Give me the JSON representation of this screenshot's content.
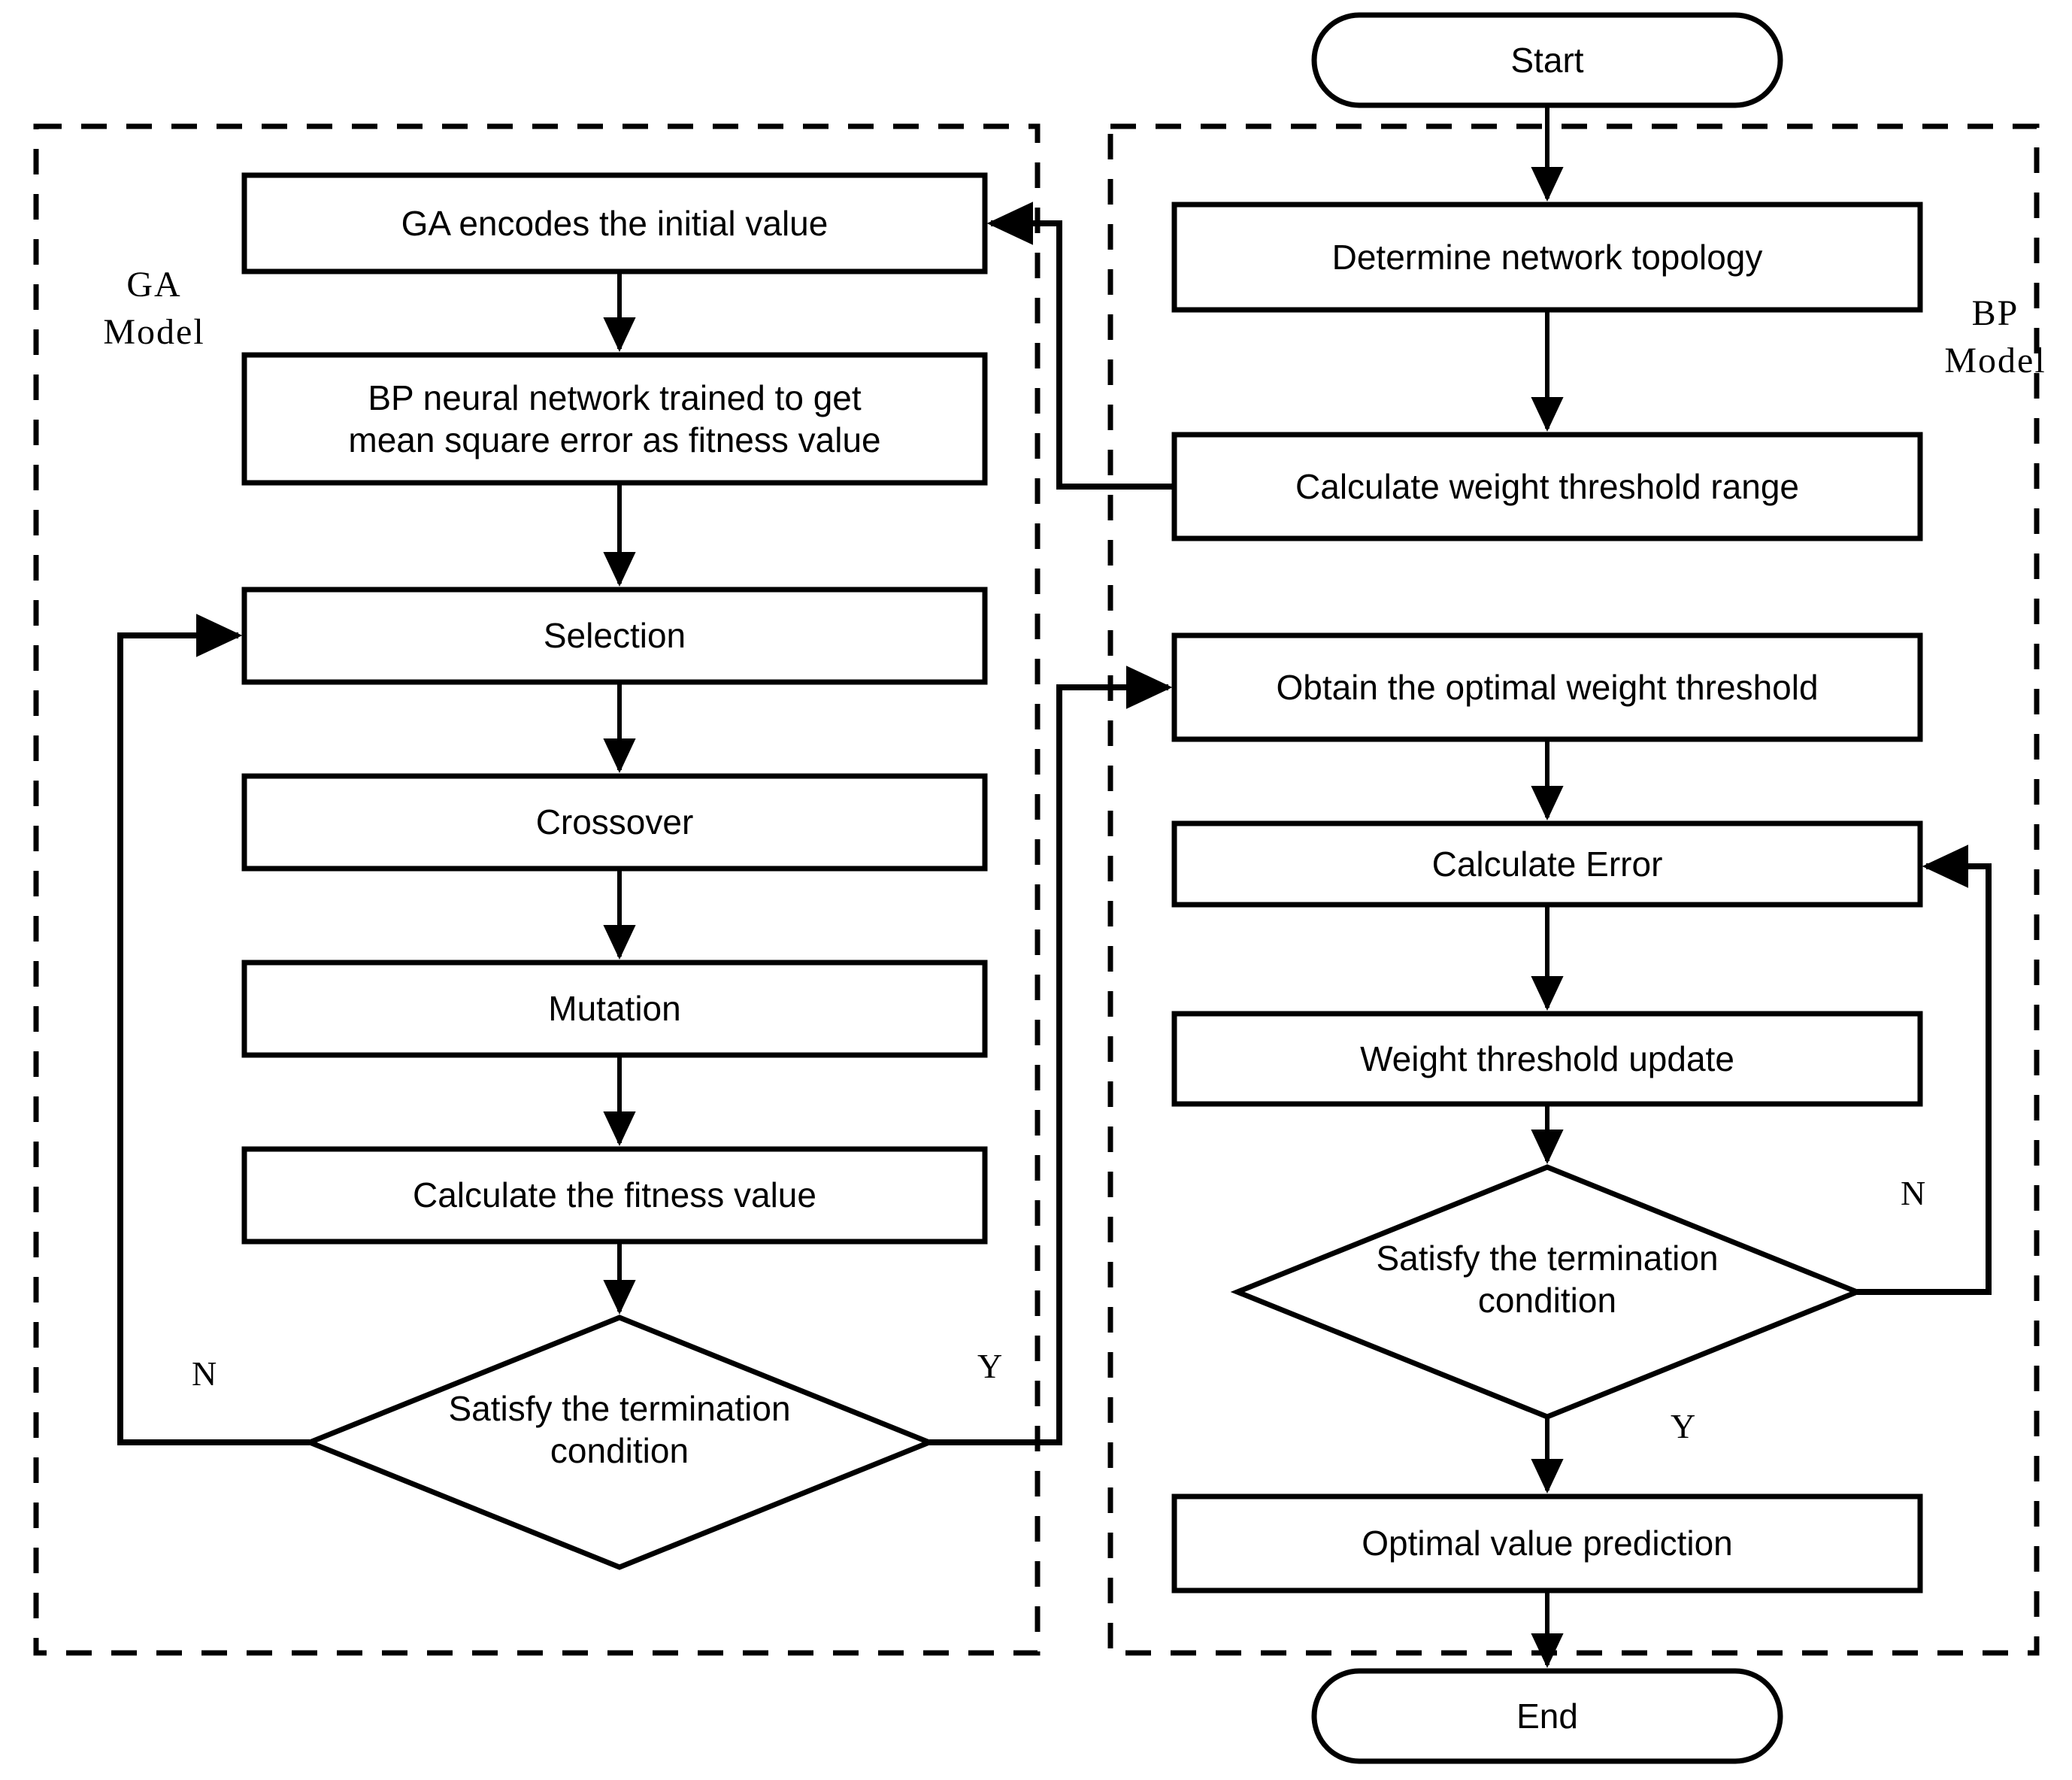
{
  "diagram": {
    "title": "GA-BP neural network hybrid model flowchart",
    "stroke_color": "#000000",
    "background_color": "#ffffff"
  },
  "groups": {
    "ga": {
      "label_line1": "GA",
      "label_line2": "Model"
    },
    "bp": {
      "label_line1": "BP",
      "label_line2": "Model"
    }
  },
  "terminals": {
    "start": "Start",
    "end": "End"
  },
  "ga_nodes": [
    {
      "id": "ga-encode",
      "type": "process",
      "label": "GA encodes the initial value"
    },
    {
      "id": "ga-bp-train",
      "type": "process",
      "label": "BP neural network trained to get\nmean square error as fitness value"
    },
    {
      "id": "ga-selection",
      "type": "process",
      "label": "Selection"
    },
    {
      "id": "ga-crossover",
      "type": "process",
      "label": "Crossover"
    },
    {
      "id": "ga-mutation",
      "type": "process",
      "label": "Mutation"
    },
    {
      "id": "ga-fitness",
      "type": "process",
      "label": "Calculate the fitness value"
    },
    {
      "id": "ga-decision",
      "type": "decision",
      "label": "Satisfy the termination\ncondition"
    }
  ],
  "bp_nodes": [
    {
      "id": "bp-topology",
      "type": "process",
      "label": "Determine network topology"
    },
    {
      "id": "bp-range",
      "type": "process",
      "label": "Calculate weight threshold range"
    },
    {
      "id": "bp-optimal",
      "type": "process",
      "label": "Obtain the optimal weight threshold"
    },
    {
      "id": "bp-error",
      "type": "process",
      "label": "Calculate Error"
    },
    {
      "id": "bp-update",
      "type": "process",
      "label": "Weight threshold update"
    },
    {
      "id": "bp-decision",
      "type": "decision",
      "label": "Satisfy the termination\ncondition"
    },
    {
      "id": "bp-predict",
      "type": "process",
      "label": "Optimal value prediction"
    }
  ],
  "edge_labels": {
    "ga_no": "N",
    "ga_yes": "Y",
    "bp_no": "N",
    "bp_yes": "Y"
  }
}
